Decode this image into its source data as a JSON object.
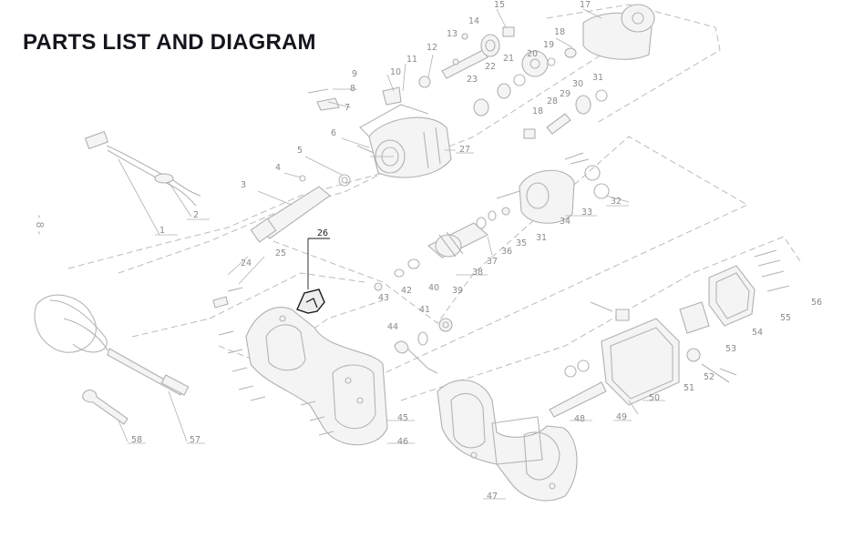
{
  "title": "PARTS LIST AND DIAGRAM",
  "side_marker": "- 8 -",
  "parts": [
    {
      "label": "1"
    },
    {
      "label": "2"
    },
    {
      "label": "3"
    },
    {
      "label": "4"
    },
    {
      "label": "5"
    },
    {
      "label": "6"
    },
    {
      "label": "7"
    },
    {
      "label": "8"
    },
    {
      "label": "9"
    },
    {
      "label": "10"
    },
    {
      "label": "11"
    },
    {
      "label": "12"
    },
    {
      "label": "13"
    },
    {
      "label": "14"
    },
    {
      "label": "15"
    },
    {
      "label": "17"
    },
    {
      "label": "18"
    },
    {
      "label": "18"
    },
    {
      "label": "19"
    },
    {
      "label": "20"
    },
    {
      "label": "21"
    },
    {
      "label": "22"
    },
    {
      "label": "23"
    },
    {
      "label": "24"
    },
    {
      "label": "25"
    },
    {
      "label": "26"
    },
    {
      "label": "27"
    },
    {
      "label": "28"
    },
    {
      "label": "29"
    },
    {
      "label": "30"
    },
    {
      "label": "31"
    },
    {
      "label": "31"
    },
    {
      "label": "32"
    },
    {
      "label": "33"
    },
    {
      "label": "34"
    },
    {
      "label": "35"
    },
    {
      "label": "36"
    },
    {
      "label": "37"
    },
    {
      "label": "38"
    },
    {
      "label": "39"
    },
    {
      "label": "40"
    },
    {
      "label": "41"
    },
    {
      "label": "42"
    },
    {
      "label": "43"
    },
    {
      "label": "44"
    },
    {
      "label": "45"
    },
    {
      "label": "46"
    },
    {
      "label": "47"
    },
    {
      "label": "48"
    },
    {
      "label": "49"
    },
    {
      "label": "50"
    },
    {
      "label": "51"
    },
    {
      "label": "52"
    },
    {
      "label": "53"
    },
    {
      "label": "54"
    },
    {
      "label": "55"
    },
    {
      "label": "56"
    },
    {
      "label": "57"
    },
    {
      "label": "58"
    }
  ]
}
